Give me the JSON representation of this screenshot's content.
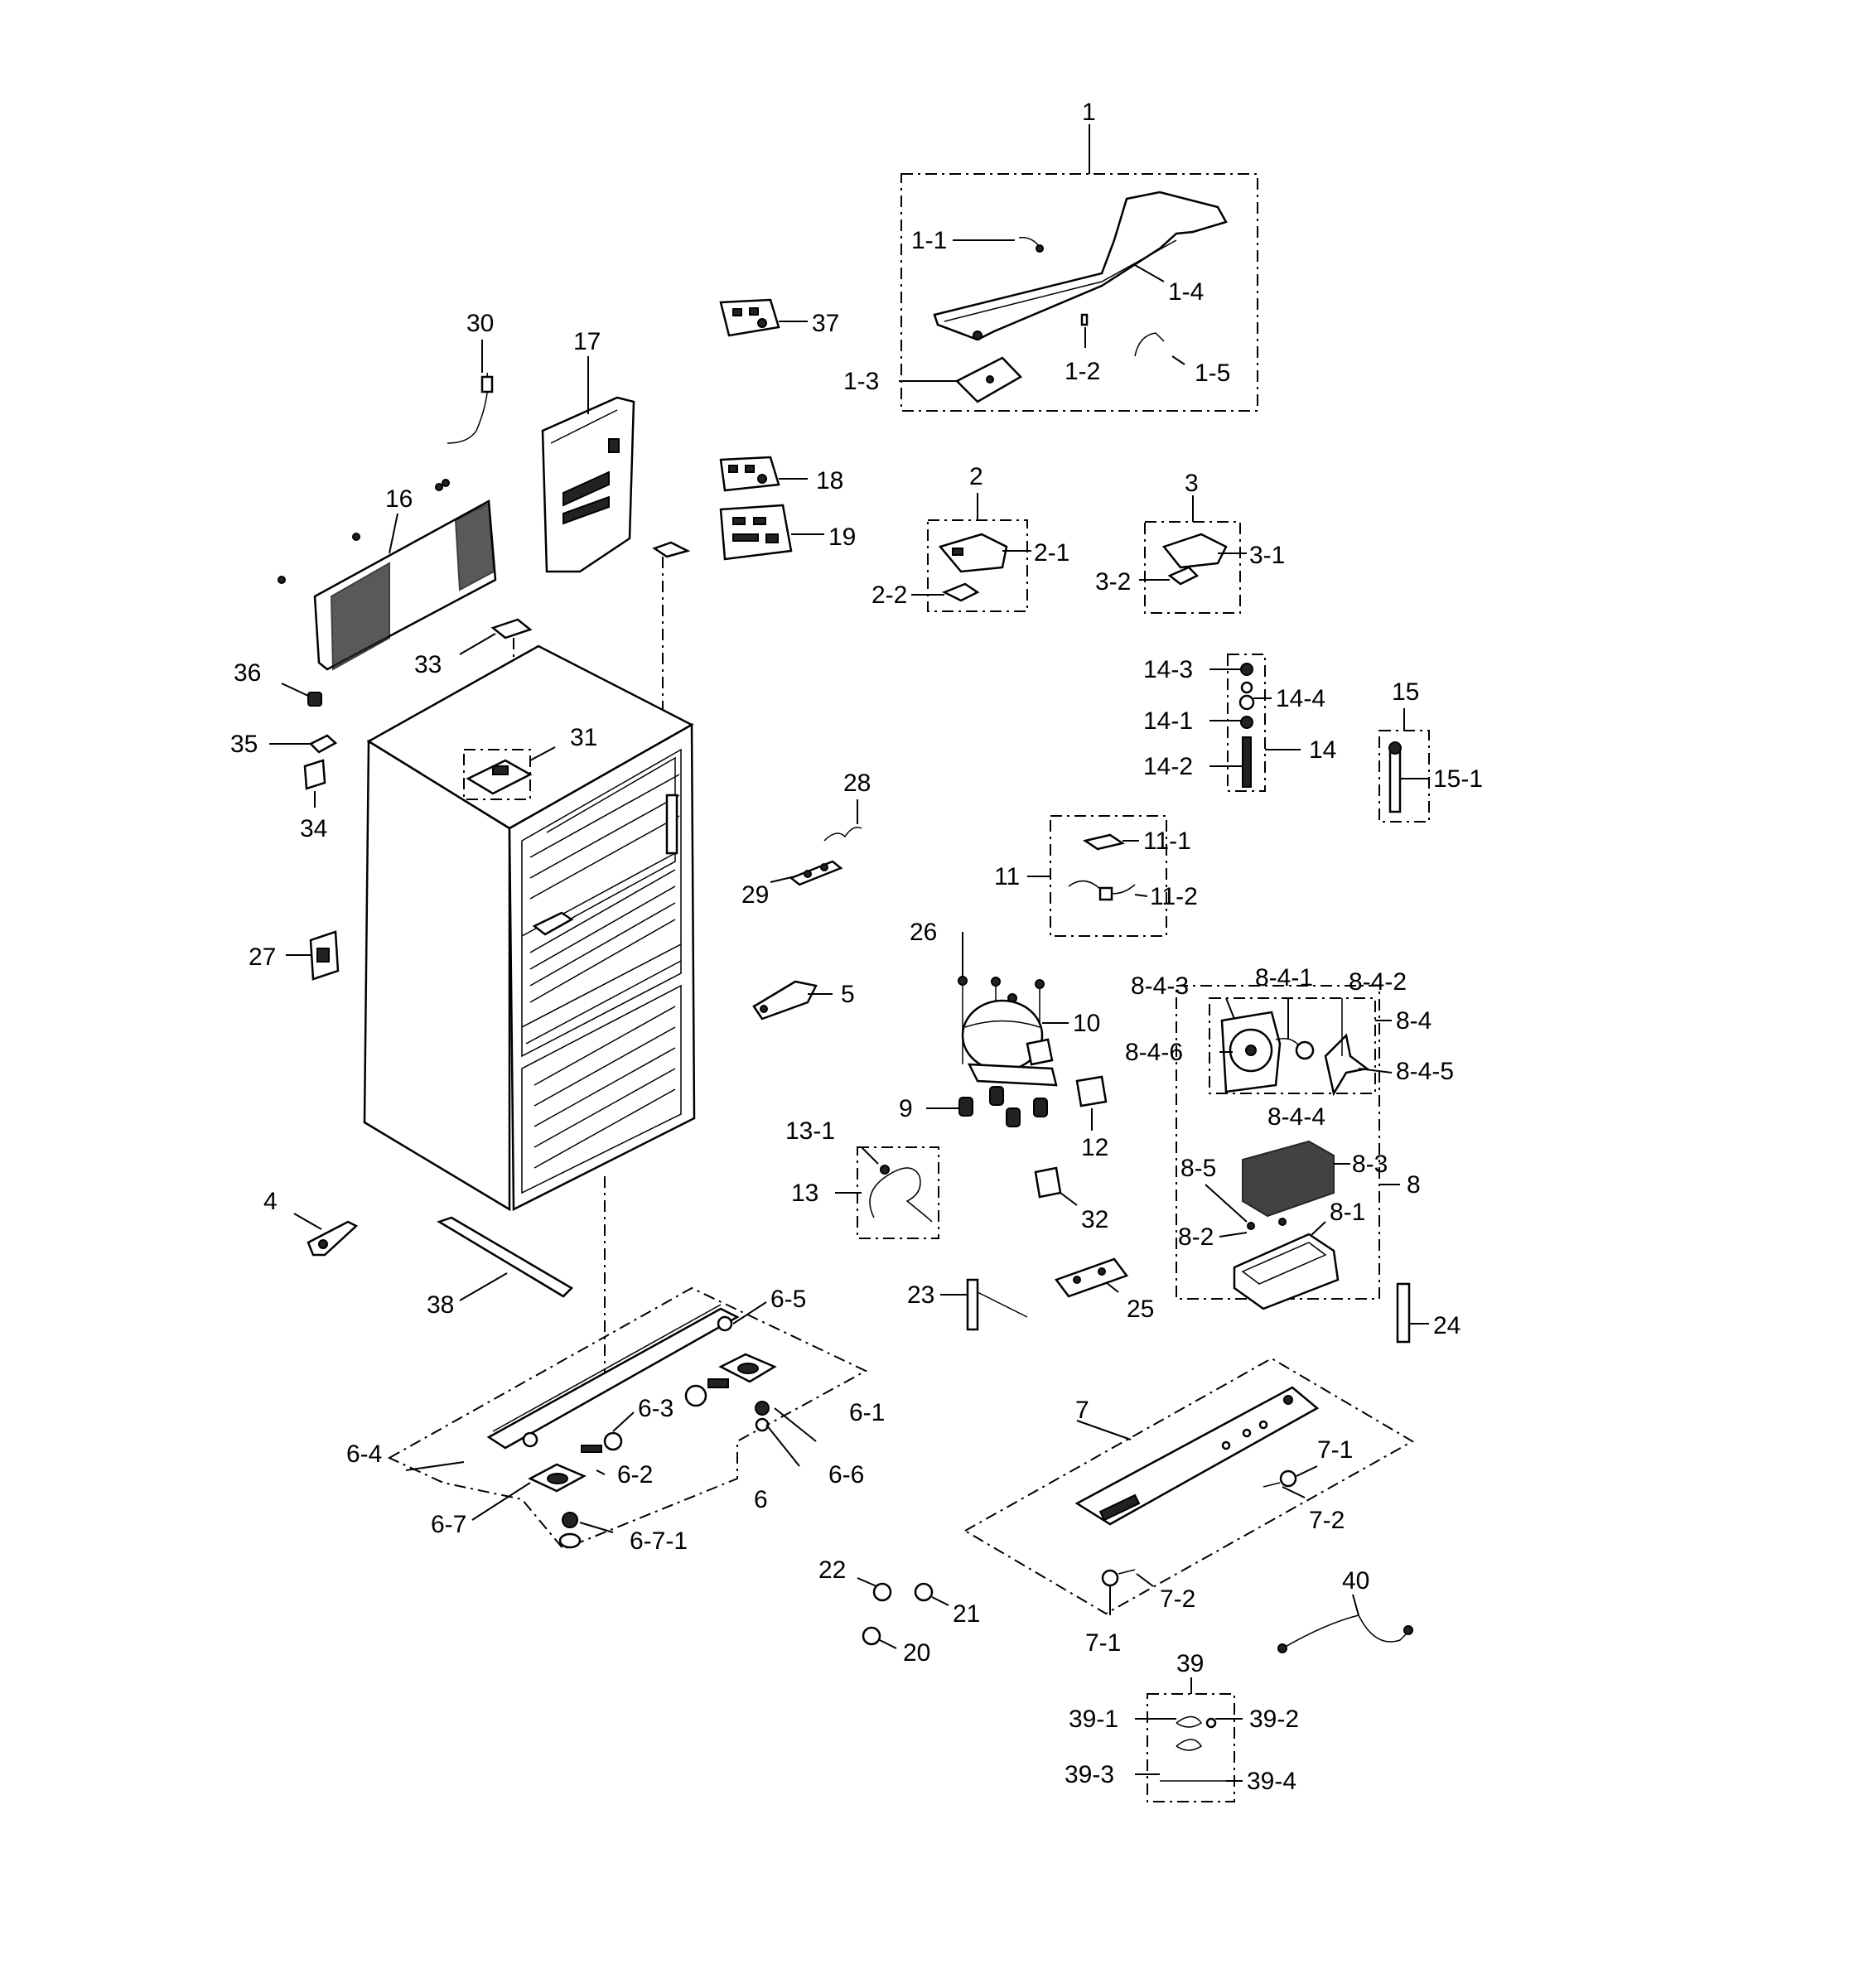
{
  "labels": {
    "l1": "1",
    "l1_1": "1-1",
    "l1_2": "1-2",
    "l1_3": "1-3",
    "l1_4": "1-4",
    "l1_5": "1-5",
    "l2": "2",
    "l2_1": "2-1",
    "l2_2": "2-2",
    "l3": "3",
    "l3_1": "3-1",
    "l3_2": "3-2",
    "l4": "4",
    "l5": "5",
    "l6": "6",
    "l6_1": "6-1",
    "l6_2": "6-2",
    "l6_3": "6-3",
    "l6_4": "6-4",
    "l6_5": "6-5",
    "l6_6": "6-6",
    "l6_7": "6-7",
    "l6_7_1": "6-7-1",
    "l7": "7",
    "l7_1a": "7-1",
    "l7_2a": "7-2",
    "l7_1b": "7-1",
    "l7_2b": "7-2",
    "l8": "8",
    "l8_1": "8-1",
    "l8_2": "8-2",
    "l8_3": "8-3",
    "l8_4": "8-4",
    "l8_5": "8-5",
    "l8_4_1": "8-4-1",
    "l8_4_2": "8-4-2",
    "l8_4_3": "8-4-3",
    "l8_4_4": "8-4-4",
    "l8_4_5": "8-4-5",
    "l8_4_6": "8-4-6",
    "l9": "9",
    "l10": "10",
    "l11": "11",
    "l11_1": "11-1",
    "l11_2": "11-2",
    "l12": "12",
    "l13": "13",
    "l13_1": "13-1",
    "l14": "14",
    "l14_1": "14-1",
    "l14_2": "14-2",
    "l14_3": "14-3",
    "l14_4": "14-4",
    "l15": "15",
    "l15_1": "15-1",
    "l16": "16",
    "l17": "17",
    "l18": "18",
    "l19": "19",
    "l20": "20",
    "l21": "21",
    "l22": "22",
    "l23": "23",
    "l24": "24",
    "l25": "25",
    "l26": "26",
    "l27": "27",
    "l28": "28",
    "l29": "29",
    "l30": "30",
    "l31": "31",
    "l32": "32",
    "l33": "33",
    "l34": "34",
    "l35": "35",
    "l36": "36",
    "l37": "37",
    "l38": "38",
    "l39": "39",
    "l39_1": "39-1",
    "l39_2": "39-2",
    "l39_3": "39-3",
    "l39_4": "39-4",
    "l40": "40"
  }
}
